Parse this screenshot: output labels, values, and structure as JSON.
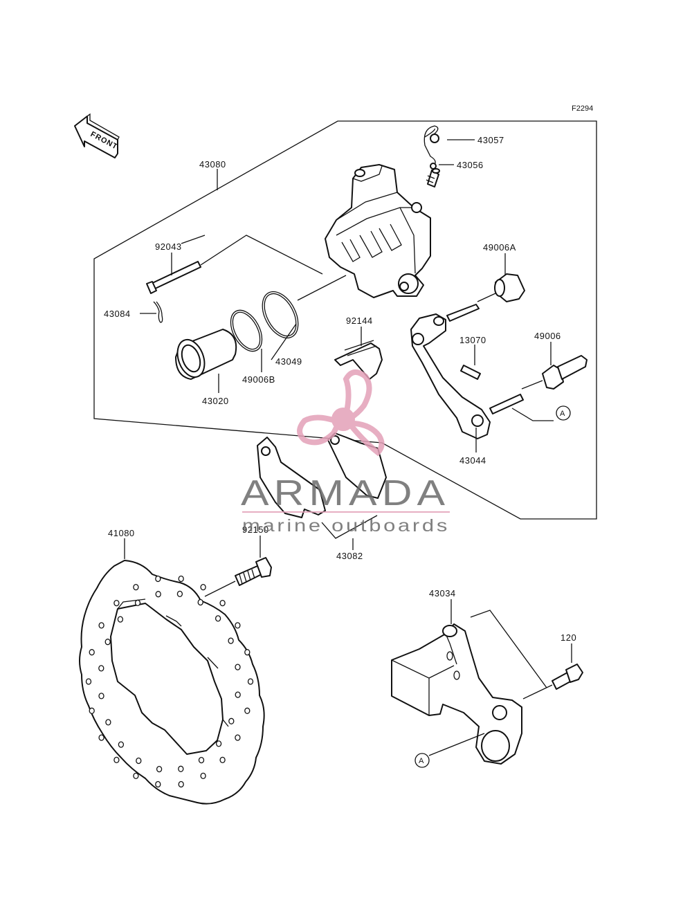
{
  "diagram": {
    "code": "F2294",
    "front_label": "FRONT",
    "ref_marker": "A",
    "parts": {
      "p43057": "43057",
      "p43056": "43056",
      "p43080": "43080",
      "p92043": "92043",
      "p43084": "43084",
      "p49006A": "49006A",
      "p92144": "92144",
      "p13070": "13070",
      "p49006": "49006",
      "p43049": "43049",
      "p49006B": "49006B",
      "p43020": "43020",
      "p43044": "43044",
      "p41080": "41080",
      "p92150": "92150",
      "p43082": "43082",
      "p43034": "43034",
      "p120": "120"
    }
  },
  "watermark": {
    "brand": "ARMADA",
    "tagline": "marine outboards",
    "accent_color": "#e3a0b8",
    "text_color": "#6a6a6a"
  }
}
